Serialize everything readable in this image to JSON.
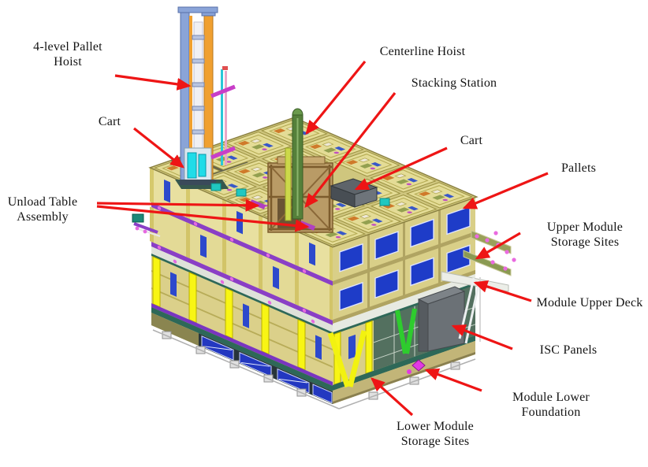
{
  "diagram": {
    "background": "#ffffff",
    "figure_alt": "Isometric CAD rendering of a module storage facility with red arrow callouts",
    "callouts": [
      {
        "id": "four-level-pallet-hoist",
        "text": "4-level Pallet Hoist",
        "line1": "4-level Pallet",
        "line2": "Hoist"
      },
      {
        "id": "cart-upper-left",
        "text": "Cart",
        "line1": "Cart"
      },
      {
        "id": "unload-table-assembly",
        "text": "Unload Table Assembly",
        "line1": "Unload Table",
        "line2": "Assembly"
      },
      {
        "id": "centerline-hoist",
        "text": "Centerline Hoist",
        "line1": "Centerline Hoist"
      },
      {
        "id": "stacking-station",
        "text": "Stacking Station",
        "line1": "Stacking Station"
      },
      {
        "id": "cart-right",
        "text": "Cart",
        "line1": "Cart"
      },
      {
        "id": "pallets",
        "text": "Pallets",
        "line1": "Pallets"
      },
      {
        "id": "upper-module-storage-sites",
        "text": "Upper Module Storage Sites",
        "line1": "Upper Module",
        "line2": "Storage Sites"
      },
      {
        "id": "module-upper-deck",
        "text": "Module Upper Deck",
        "line1": "Module Upper Deck"
      },
      {
        "id": "isc-panels",
        "text": "ISC Panels",
        "line1": "ISC Panels"
      },
      {
        "id": "module-lower-foundation",
        "text": "Module Lower Foundation",
        "line1": "Module Lower",
        "line2": "Foundation"
      },
      {
        "id": "lower-module-storage-sites",
        "text": "Lower Module Storage Sites",
        "line1": "Lower Module",
        "line2": "Storage Sites"
      }
    ],
    "palette": {
      "arrow_red": "#ee1515",
      "label_text": "#141414",
      "crate_tan": "#e4dc96",
      "crate_outline": "#9a9040",
      "panel_blue": "#1e3cc8",
      "column_yellow": "#f8f514",
      "rail_purple": "#8a3fc6",
      "deck_teal": "#2e6858",
      "hull_blue": "#2338c0",
      "isc_gray": "#6b7176",
      "brace_green": "#2ecc2e",
      "truss_brown": "#b99b66",
      "hoist_orange": "#f0a030",
      "hoist_steel_blue": "#8aa4d8",
      "cart_cyan": "#20dce8",
      "centerline_hoist_green": "#55803a",
      "foundation_magenta": "#e23ae2"
    }
  }
}
